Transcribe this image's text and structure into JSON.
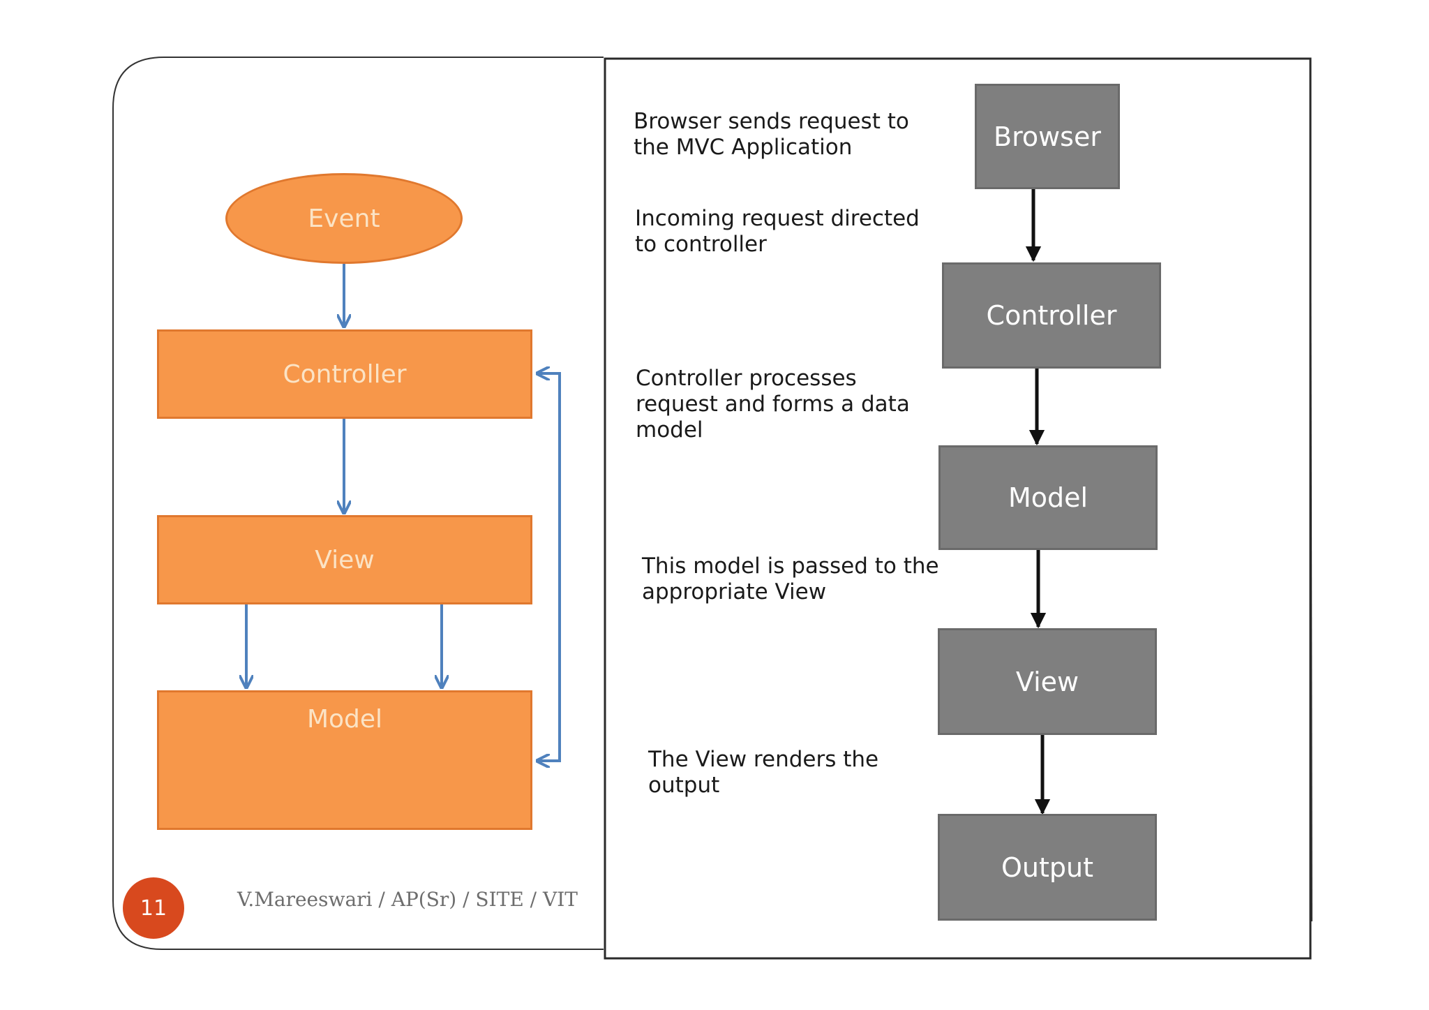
{
  "left_diagram": {
    "event": "Event",
    "controller": "Controller",
    "view": "View",
    "model": "Model"
  },
  "right_diagram": {
    "boxes": {
      "browser": "Browser",
      "controller": "Controller",
      "model": "Model",
      "view": "View",
      "output": "Output"
    },
    "steps": [
      "Browser sends request to\nthe MVC Application",
      "Incoming request directed\nto controller",
      "Controller processes\nrequest and forms a data\nmodel",
      "This model is passed to the\nappropriate View",
      "The View renders the\noutput"
    ]
  },
  "footer": {
    "slide_number": "11",
    "author": "V.Mareeswari  /  AP(Sr)  /  SITE  /  VIT"
  },
  "colors": {
    "orange": "#f7974a",
    "orange_border": "#e0782e",
    "orange_text": "#fbe3c5",
    "arrow_blue": "#4f81bd",
    "cylinder_red": "#c0504d",
    "grey_box": "#7f7f7f",
    "badge": "#d8491e"
  }
}
